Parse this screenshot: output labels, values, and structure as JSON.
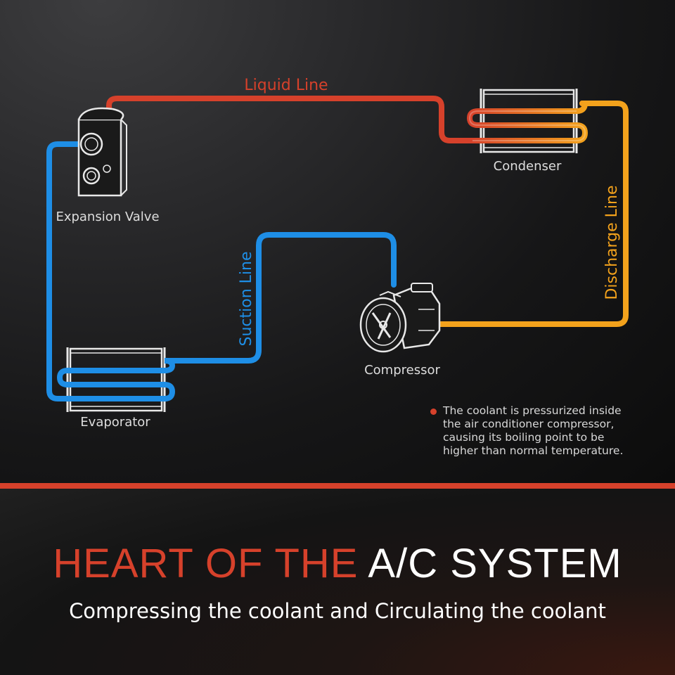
{
  "diagram": {
    "labels": {
      "liquid_line": "Liquid Line",
      "discharge_line": "Discharge Line",
      "suction_line": "Suction Line",
      "condenser": "Condenser",
      "expansion_valve": "Expansion Valve",
      "compressor": "Compressor",
      "evaporator": "Evaporator"
    },
    "note": "The coolant is pressurized inside the air conditioner compressor, causing its boiling point to be higher than normal temperature."
  },
  "heading": {
    "part1": "HEART OF THE",
    "part2": "A/C SYSTEM"
  },
  "subtitle": "Compressing the coolant and Circulating the coolant",
  "colors": {
    "red": "#d6412b",
    "orange": "#f3a21c",
    "blue": "#1e8ee6",
    "white": "#ffffff"
  }
}
